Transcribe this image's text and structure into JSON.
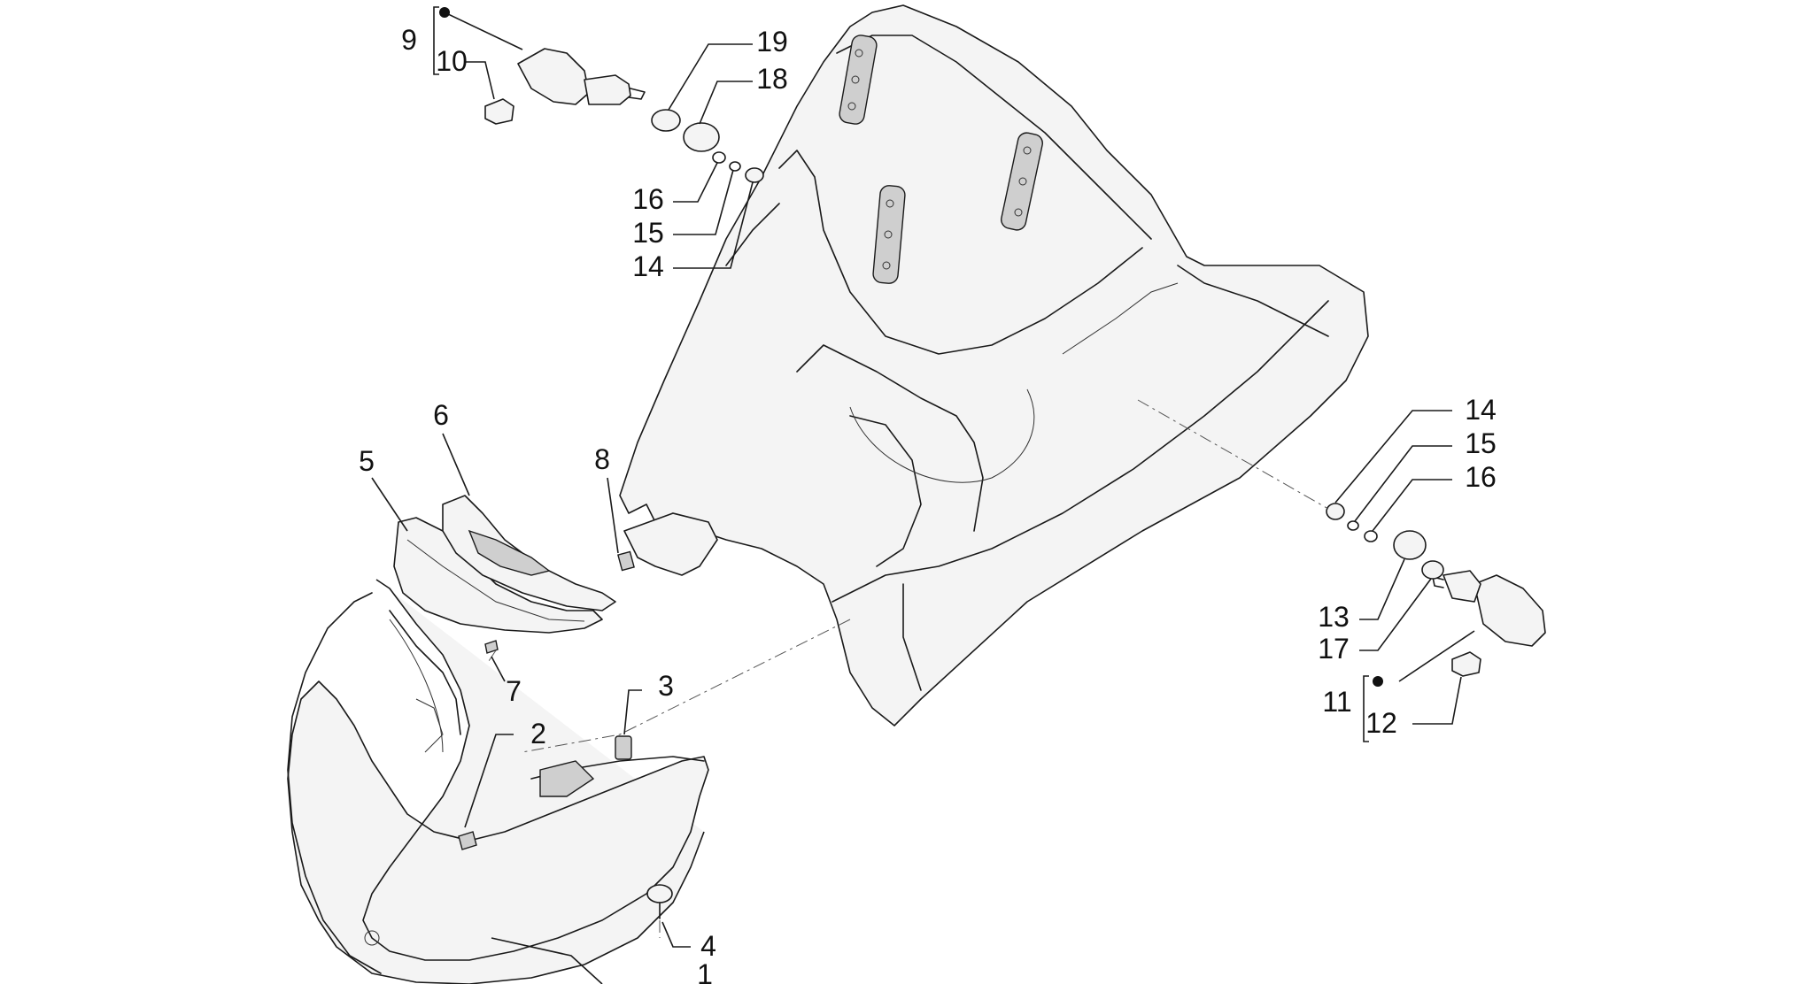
{
  "callouts": {
    "c1": "1",
    "c2": "2",
    "c3": "3",
    "c4": "4",
    "c5": "5",
    "c6": "6",
    "c7": "7",
    "c8": "8",
    "c9": "9",
    "c10": "10",
    "c11": "11",
    "c12": "12",
    "c13": "13",
    "c14a": "14",
    "c15a": "15",
    "c16a": "16",
    "c17": "17",
    "c18": "18",
    "c19": "19",
    "c14b": "14",
    "c15b": "15",
    "c16b": "16"
  },
  "colors": {
    "line": "#1a1a1a",
    "background": "#ffffff"
  }
}
